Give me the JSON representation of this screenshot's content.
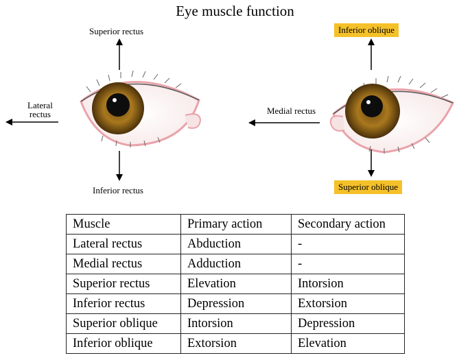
{
  "title": "Eye muscle function",
  "labels": {
    "superior_rectus": "Superior rectus",
    "lateral_rectus_line1": "Lateral",
    "lateral_rectus_line2": "rectus",
    "inferior_rectus": "Inferior rectus",
    "medial_rectus": "Medial rectus",
    "inferior_oblique": "Inferior oblique",
    "superior_oblique": "Superior oblique"
  },
  "highlight_color": "#f5c12a",
  "table": {
    "headers": [
      "Muscle",
      "Primary action",
      "Secondary action"
    ],
    "rows": [
      [
        "Lateral rectus",
        "Abduction",
        "-"
      ],
      [
        "Medial rectus",
        "Adduction",
        "-"
      ],
      [
        "Superior rectus",
        "Elevation",
        "Intorsion"
      ],
      [
        "Inferior rectus",
        "Depression",
        "Extorsion"
      ],
      [
        "Superior oblique",
        "Intorsion",
        "Depression"
      ],
      [
        "Inferior oblique",
        "Extorsion",
        "Elevation"
      ]
    ]
  }
}
